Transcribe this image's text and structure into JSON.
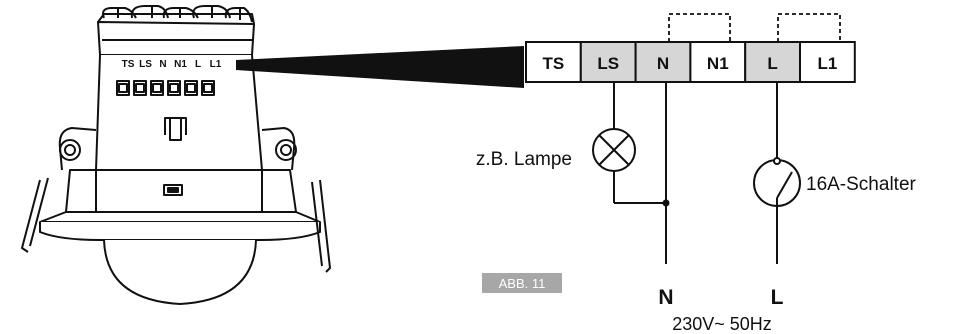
{
  "terminal_block": {
    "terminals": [
      {
        "label": "TS",
        "shaded": false
      },
      {
        "label": "LS",
        "shaded": true
      },
      {
        "label": "N",
        "shaded": true
      },
      {
        "label": "N1",
        "shaded": false
      },
      {
        "label": "L",
        "shaded": true
      },
      {
        "label": "L1",
        "shaded": false
      }
    ]
  },
  "device": {
    "terminal_labels": [
      "TS",
      "LS",
      "N",
      "N1",
      "L",
      "L1"
    ]
  },
  "labels": {
    "lamp": "z.B. Lampe",
    "switch": "16A-Schalter",
    "neutral": "N",
    "live": "L",
    "supply": "230V~ 50Hz",
    "figure": "ABB. 11"
  },
  "colors": {
    "shaded_terminal": "#d6d6d6",
    "figure_badge": "#a7a7a7",
    "line": "#111111"
  }
}
